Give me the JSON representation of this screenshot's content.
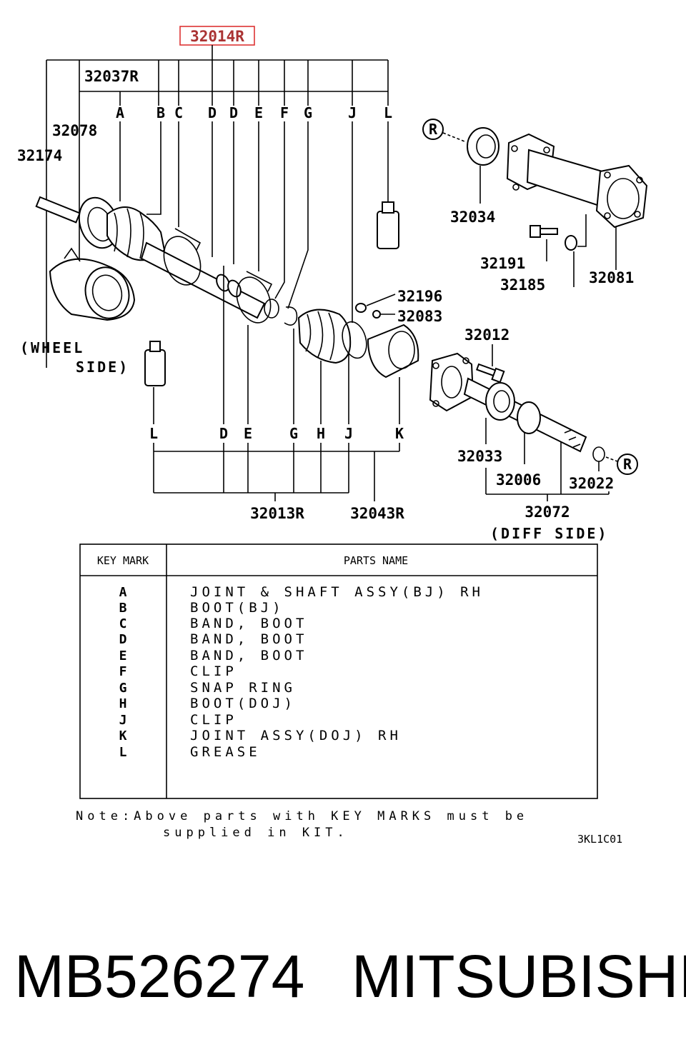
{
  "diagram": {
    "highlight_part": "32014R",
    "part_numbers": {
      "p32037R": "32037R",
      "p32078": "32078",
      "p32174": "32174",
      "p32034": "32034",
      "p32191": "32191",
      "p32185": "32185",
      "p32081": "32081",
      "p32196": "32196",
      "p32083": "32083",
      "p32012": "32012",
      "p32033": "32033",
      "p32006": "32006",
      "p32022": "32022",
      "p32072": "32072",
      "p32013R": "32013R",
      "p32043R": "32043R"
    },
    "top_keys": [
      "A",
      "B",
      "C",
      "D",
      "D",
      "E",
      "F",
      "G",
      "J",
      "L"
    ],
    "bottom_keys": [
      "L",
      "D",
      "E",
      "G",
      "H",
      "J",
      "K"
    ],
    "ref_marker": "R",
    "wheel_side_line1": "(WHEEL",
    "wheel_side_line2": "SIDE)",
    "diff_side": "(DIFF SIDE)"
  },
  "table": {
    "header_key": "KEY MARK",
    "header_name": "PARTS NAME",
    "rows": [
      {
        "key": "A",
        "name": "JOINT & SHAFT ASSY(BJ)  RH"
      },
      {
        "key": "B",
        "name": "BOOT(BJ)"
      },
      {
        "key": "C",
        "name": "BAND, BOOT"
      },
      {
        "key": "D",
        "name": "BAND, BOOT"
      },
      {
        "key": "E",
        "name": "BAND, BOOT"
      },
      {
        "key": "F",
        "name": "CLIP"
      },
      {
        "key": "G",
        "name": "SNAP RING"
      },
      {
        "key": "H",
        "name": "BOOT(DOJ)"
      },
      {
        "key": "J",
        "name": "CLIP"
      },
      {
        "key": "K",
        "name": "JOINT ASSY(DOJ)  RH"
      },
      {
        "key": "L",
        "name": "GREASE"
      }
    ]
  },
  "note_line1": "Note:Above parts with KEY MARKS must be",
  "note_line2": "supplied in KIT.",
  "drawing_code": "3KL1C01",
  "part_number": "MB526274",
  "brand": "MITSUBISHI"
}
